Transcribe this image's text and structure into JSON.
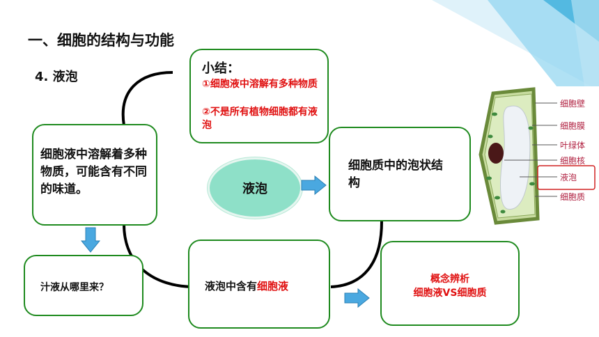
{
  "slide": {
    "title": "一、细胞的结构与功能",
    "subtitle": "4. 液泡"
  },
  "summary": {
    "heading": "小结：",
    "point1": "①细胞液中溶解有多种物质",
    "point2": "②不是所有植物细胞都有液泡"
  },
  "boxes": {
    "dissolve": "细胞液中溶解着多种物质，可能含有不同的味道。",
    "question": "汁液从哪里来？",
    "contains_prefix": "液泡中含有",
    "contains_highlight": "细胞液",
    "structure": "细胞质中的泡状结构",
    "concept_line1": "概念辨析",
    "concept_line2": "细胞液VS细胞质"
  },
  "center": {
    "label": "液泡"
  },
  "cell_diagram": {
    "labels": [
      "细胞壁",
      "细胞膜",
      "叶绿体",
      "细胞核",
      "液泡",
      "细胞质"
    ],
    "highlighted": "液泡"
  },
  "colors": {
    "border_green": "#1e8a1e",
    "highlight_red": "#e01010",
    "arrow_blue": "#4aa8e0",
    "oval_fill": "#8ee0c8"
  }
}
